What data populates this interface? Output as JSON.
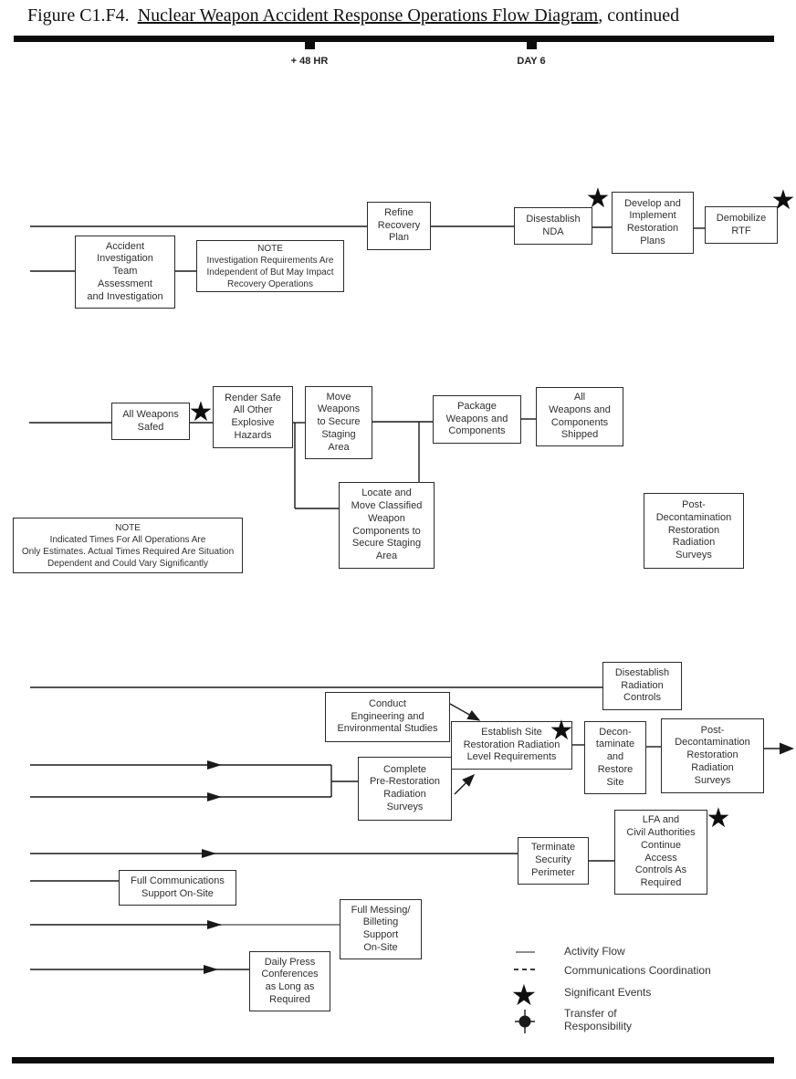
{
  "page": {
    "title_prefix": "Figure C1.F4.",
    "title_underlined": "Nuclear Weapon Accident Response Operations Flow Diagram",
    "title_suffix": ", continued"
  },
  "timeline": {
    "marker_48hr": "+ 48 HR",
    "marker_day6": "DAY 6"
  },
  "boxes": {
    "refine_recovery_plan": "Refine\nRecovery\nPlan",
    "disestablish_nda": "Disestablish\nNDA",
    "develop_restoration_plans": "Develop and\nImplement\nRestoration\nPlans",
    "demobilize_rtf": "Demobilize\nRTF",
    "accident_investigation": "Accident\nInvestigation\nTeam\nAssessment\nand Investigation",
    "note_investigation": "NOTE\nInvestigation Requirements Are\nIndependent of But May Impact\nRecovery Operations",
    "all_weapons_safed": "All Weapons\nSafed",
    "render_safe": "Render Safe\nAll Other\nExplosive\nHazards",
    "move_weapons": "Move\nWeapons\nto Secure\nStaging\nArea",
    "package_weapons": "Package\nWeapons and\nComponents",
    "all_weapons_shipped": "All\nWeapons and\nComponents\nShipped",
    "locate_move_classified": "Locate and\nMove Classified\nWeapon\nComponents to\nSecure Staging\nArea",
    "note_times": "NOTE\nIndicated Times For All Operations Are\nOnly Estimates. Actual Times Required Are Situation\nDependent and Could Vary Significantly",
    "post_decon_surveys_upper": "Post-\nDecontamination\nRestoration\nRadiation\nSurveys",
    "disestablish_radiation_controls": "Disestablish\nRadiation\nControls",
    "conduct_engineering": "Conduct\nEngineering and\nEnvironmental Studies",
    "establish_site_requirements": "Establish Site\nRestoration Radiation\nLevel Requirements",
    "complete_pre_restoration": "Complete\nPre-Restoration\nRadiation\nSurveys",
    "decontaminate_restore": "Decon-\ntaminate\nand\nRestore\nSite",
    "post_decon_surveys_lower": "Post-\nDecontamination\nRestoration\nRadiation\nSurveys",
    "terminate_security": "Terminate\nSecurity\nPerimeter",
    "lfa_civil_authorities": "LFA and\nCivil Authorities\nContinue\nAccess\nControls As\nRequired",
    "full_communications": "Full Communications\nSupport On-Site",
    "full_messing": "Full Messing/\nBilleting\nSupport\nOn-Site",
    "daily_press": "Daily Press\nConferences\nas Long as\nRequired"
  },
  "legend": {
    "activity_flow": "Activity Flow",
    "communications_coordination": "Communications Coordination",
    "significant_events": "Significant Events",
    "transfer_of_responsibility": "Transfer of\nResponsibility"
  },
  "symbols": {
    "star": "★"
  },
  "colors": {
    "line": "#1a1a1a",
    "gray_line": "#8d8d8d"
  }
}
